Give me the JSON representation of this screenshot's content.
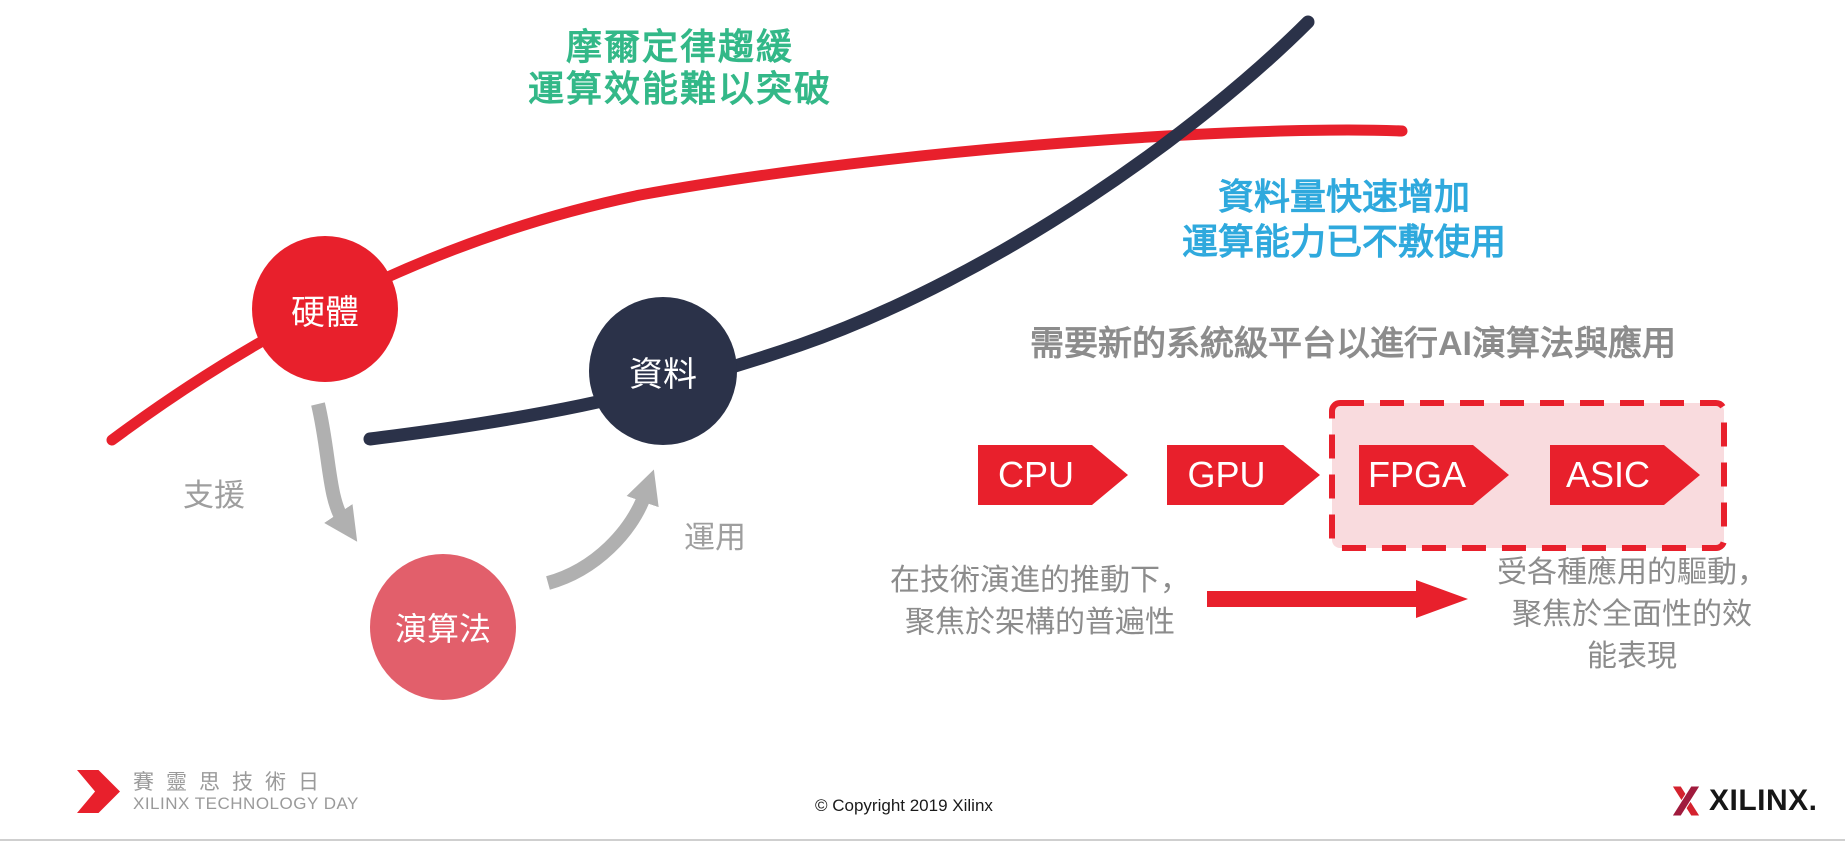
{
  "title_green": {
    "line1": "摩爾定律趨緩",
    "line2": "運算效能難以突破"
  },
  "callout_blue": {
    "line1": "資料量快速增加",
    "line2": "運算能力已不敷使用"
  },
  "headline": "需要新的系統級平台以進行AI演算法與應用",
  "nodes": {
    "hardware": "硬體",
    "data": "資料",
    "algorithm": "演算法"
  },
  "arrow_labels": {
    "support": "支援",
    "use": "運用"
  },
  "chips": [
    {
      "label": "CPU"
    },
    {
      "label": "GPU"
    },
    {
      "label": "FPGA"
    },
    {
      "label": "ASIC"
    }
  ],
  "notes": {
    "left": {
      "line1": "在技術演進的推動下，",
      "line2": "聚焦於架構的普遍性"
    },
    "right": {
      "line1": "受各種應用的驅動，",
      "line2": "聚焦於全面性的效",
      "line3": "能表現"
    }
  },
  "footer": {
    "brand_cjk": "賽靈思技術日",
    "brand_en": "XILINX TECHNOLOGY DAY",
    "copyright": "© Copyright 2019 Xilinx",
    "logo_text": "XILINX."
  },
  "colors": {
    "red": "#e8202c",
    "navy": "#2b3249",
    "rose": "#e25f6b",
    "green": "#33b888",
    "blue": "#2fa9dd",
    "gray_text": "#8c8c8c",
    "box_fill": "#f9dbde"
  }
}
